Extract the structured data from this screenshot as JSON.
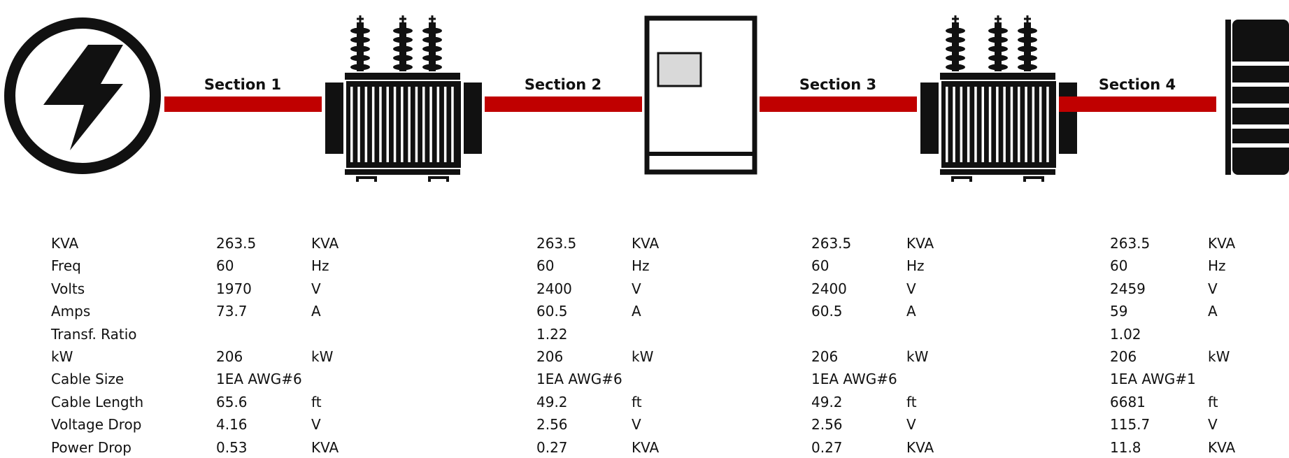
{
  "colors": {
    "cable": "#c00000",
    "equipment": "#111111",
    "panel_window": "#d9d9d9",
    "background": "#ffffff"
  },
  "diagram": {
    "components": [
      {
        "icon": "power-source-lightning-icon"
      },
      {
        "icon": "transformer-icon"
      },
      {
        "icon": "switchgear-cabinet-icon"
      },
      {
        "icon": "transformer-icon"
      },
      {
        "icon": "motor-icon"
      }
    ],
    "sections": [
      {
        "label": "Section 1"
      },
      {
        "label": "Section 2"
      },
      {
        "label": "Section 3"
      },
      {
        "label": "Section 4"
      }
    ]
  },
  "table": {
    "row_labels": [
      "KVA",
      "Freq",
      "Volts",
      "Amps",
      "Transf. Ratio",
      "kW",
      "Cable Size",
      "Cable Length",
      "Voltage Drop",
      "Power Drop"
    ],
    "sections": [
      {
        "values": [
          "263.5",
          "60",
          "1970",
          "73.7",
          "",
          "206",
          "1EA AWG#6",
          "65.6",
          "4.16",
          "0.53"
        ],
        "units": [
          "KVA",
          "Hz",
          "V",
          "A",
          "",
          "kW",
          "",
          "ft",
          "V",
          "KVA"
        ]
      },
      {
        "values": [
          "263.5",
          "60",
          "2400",
          "60.5",
          "1.22",
          "206",
          "1EA AWG#6",
          "49.2",
          "2.56",
          "0.27"
        ],
        "units": [
          "KVA",
          "Hz",
          "V",
          "A",
          "",
          "kW",
          "",
          "ft",
          "V",
          "KVA"
        ]
      },
      {
        "values": [
          "263.5",
          "60",
          "2400",
          "60.5",
          "",
          "206",
          "1EA AWG#6",
          "49.2",
          "2.56",
          "0.27"
        ],
        "units": [
          "KVA",
          "Hz",
          "V",
          "A",
          "",
          "kW",
          "",
          "ft",
          "V",
          "KVA"
        ]
      },
      {
        "values": [
          "263.5",
          "60",
          "2459",
          "59",
          "1.02",
          "206",
          "1EA AWG#1",
          "6681",
          "115.7",
          "11.8"
        ],
        "units": [
          "KVA",
          "Hz",
          "V",
          "A",
          "",
          "kW",
          "",
          "ft",
          "V",
          "KVA"
        ]
      }
    ]
  }
}
